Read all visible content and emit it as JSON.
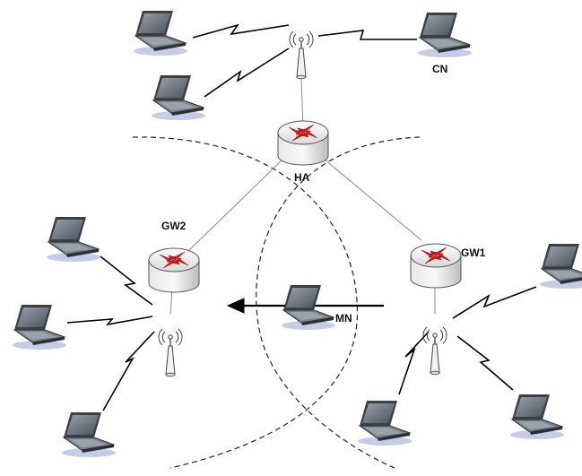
{
  "labels": {
    "cn": "CN",
    "ha": "HA",
    "gw1": "GW1",
    "gw2": "GW2",
    "mn": "MN"
  },
  "icons": {
    "router": "router-icon",
    "laptop": "laptop-icon",
    "antenna": "antenna-icon",
    "wireless_link": "lightning-bolt-icon"
  },
  "colors": {
    "router_arrows": "#d42020",
    "laptop_screen": "#5b6470",
    "laptop_shadow": "#b7bfe0"
  }
}
